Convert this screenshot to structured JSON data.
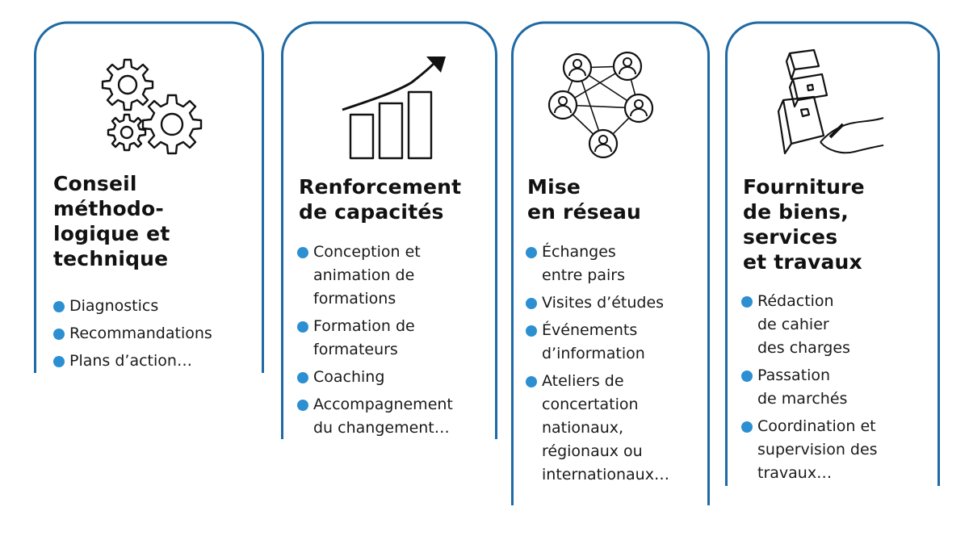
{
  "colors": {
    "frame": "#1f6aa5",
    "bullet": "#2c8fd1",
    "text": "#111111"
  },
  "cards": [
    {
      "icon": "gears-icon",
      "title": "Conseil\nméthodo-\nlogique et\ntechnique",
      "items": [
        "Diagnostics",
        "Recommandations",
        "Plans d’action…"
      ]
    },
    {
      "icon": "growth-chart-icon",
      "title": "Renforcement\nde capacités",
      "items": [
        "Conception et\nanimation de\nformations",
        "Formation de\nformateurs",
        "Coaching",
        "Accompagnement\ndu changement…"
      ]
    },
    {
      "icon": "network-icon",
      "title": "Mise\nen réseau",
      "items": [
        "Échanges\nentre pairs",
        "Visites d’études",
        "Événements\nd’information",
        "Ateliers de\nconcertation\nnationaux,\nrégionaux ou\ninternationaux…"
      ]
    },
    {
      "icon": "boxes-hand-icon",
      "title": "Fourniture\nde biens,\nservices\net travaux",
      "items": [
        "Rédaction\nde cahier\ndes charges",
        "Passation\nde marchés",
        "Coordination et\nsupervision des\ntravaux…"
      ]
    }
  ]
}
